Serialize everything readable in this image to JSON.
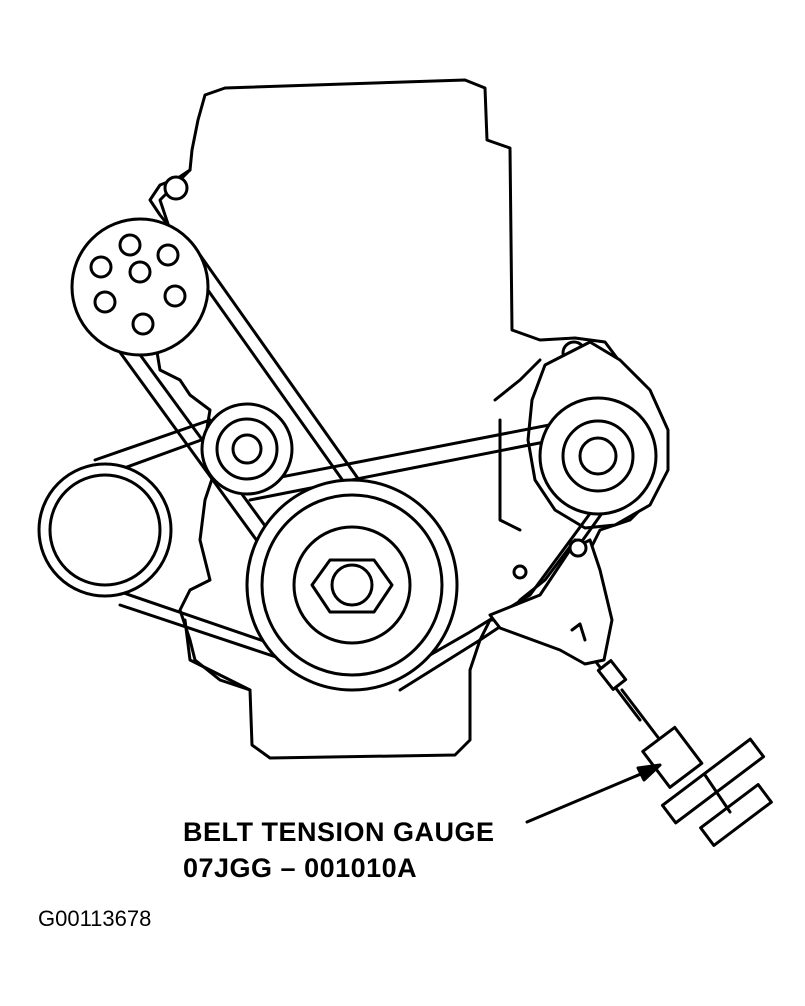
{
  "callout": {
    "line1": "BELT TENSION GAUGE",
    "line2": "07JGG – 001010A"
  },
  "figure_id": "G00113678",
  "colors": {
    "ink": "#000000",
    "paper": "#ffffff"
  }
}
